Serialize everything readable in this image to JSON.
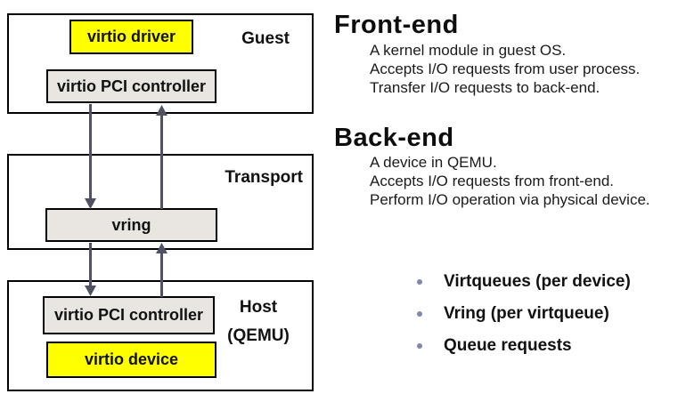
{
  "colors": {
    "highlight": "#ffff00",
    "boxfill": "#e9e6e1",
    "arrow": "#4e5262",
    "bullet": "#8088ad"
  },
  "diagram": {
    "guest": {
      "label": "Guest",
      "driver": "virtio driver",
      "controller": "virtio PCI controller"
    },
    "transport": {
      "label": "Transport",
      "vring": "vring"
    },
    "host": {
      "label_line1": "Host",
      "label_line2": "(QEMU)",
      "controller": "virtio PCI controller",
      "device": "virtio device"
    }
  },
  "frontend": {
    "title": "Front-end",
    "lines": [
      "A kernel module in guest OS.",
      "Accepts I/O requests from user process.",
      "Transfer I/O requests to back-end."
    ]
  },
  "backend": {
    "title": "Back-end",
    "lines": [
      "A device in QEMU.",
      "Accepts I/O requests from front-end.",
      "Perform I/O operation via physical device."
    ]
  },
  "bullets": [
    "Virtqueues (per device)",
    "Vring (per virtqueue)",
    "Queue requests"
  ]
}
